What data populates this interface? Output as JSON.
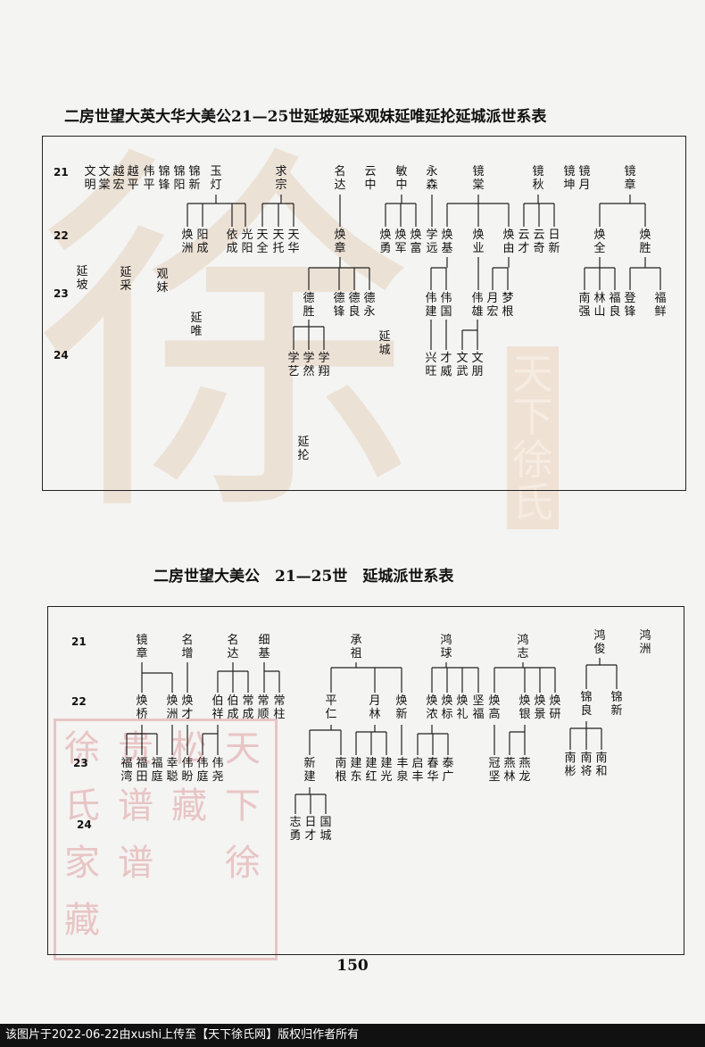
{
  "title1": "二房世望大英大华大美公21—25世延坡延采观妹延唯延抡延城派世系表",
  "title2": "二房世望大美公　21—25世　延城派世系表",
  "page_number": "150",
  "footer": "该图片于2022-06-22由xushi上传至【天下徐氏网】版权归作者所有",
  "watermark": {
    "brand": "天下徐氏",
    "big": "徐"
  },
  "seal": {
    "chars": [
      "徐",
      "氏",
      "家",
      "藏",
      "贵",
      "谱",
      "谱",
      "松",
      "藏",
      "天",
      "下",
      "徐"
    ]
  },
  "table1": {
    "gens": [
      "21",
      "22",
      "23",
      "24"
    ],
    "r21": [
      "文明",
      "文棠",
      "越宏",
      "越平",
      "伟平",
      "锦锋",
      "锦阳",
      "锦新",
      "玉灯",
      "求宗",
      "名达",
      "云中",
      "敏中",
      "永森",
      "镜棠",
      "镜秋",
      "镜坤",
      "镜月",
      "镜章"
    ],
    "r22": [
      "焕洲",
      "阳成",
      "依成",
      "光阳",
      "天全",
      "天托",
      "天华",
      "焕章",
      "焕勇",
      "焕军",
      "焕富",
      "学远",
      "焕基",
      "焕业",
      "焕由",
      "云才",
      "云奇",
      "日新",
      "焕全",
      "焕胜"
    ],
    "side": [
      "延坡",
      "延采",
      "观妹",
      "延唯",
      "延城",
      "延抡"
    ],
    "r23": [
      "德胜",
      "德锋",
      "德良",
      "德永",
      "伟建",
      "伟国",
      "伟雄",
      "月宏",
      "梦根",
      "南强",
      "林山",
      "福良",
      "登锋",
      "福鲜"
    ],
    "r24": [
      "学艺",
      "学然",
      "学翔",
      "兴旺",
      "才威",
      "文武",
      "文朋"
    ]
  },
  "table2": {
    "gens": [
      "21",
      "22",
      "23",
      "24"
    ],
    "r21": [
      "镜章",
      "名增",
      "名达",
      "细基",
      "承祖",
      "鸿球",
      "鸿志",
      "鸿俊",
      "鸿洲"
    ],
    "r22": [
      "焕桥",
      "焕洲",
      "焕才",
      "伯祥",
      "伯成",
      "常成",
      "常顺",
      "常柱",
      "平仁",
      "月林",
      "焕新",
      "焕浓",
      "焕标",
      "焕礼",
      "坚福",
      "焕高",
      "焕银",
      "焕景",
      "焕研",
      "锦良",
      "锦新"
    ],
    "r23": [
      "福湾",
      "福田",
      "福庭",
      "幸聪",
      "伟盼",
      "伟庭",
      "伟尧",
      "新建",
      "南根",
      "建东",
      "建红",
      "建光",
      "丰泉",
      "启丰",
      "春华",
      "泰广",
      "冠坚",
      "燕林",
      "燕龙",
      "南彬",
      "南将",
      "南和"
    ],
    "r24": [
      "志勇",
      "日才",
      "国城"
    ]
  }
}
